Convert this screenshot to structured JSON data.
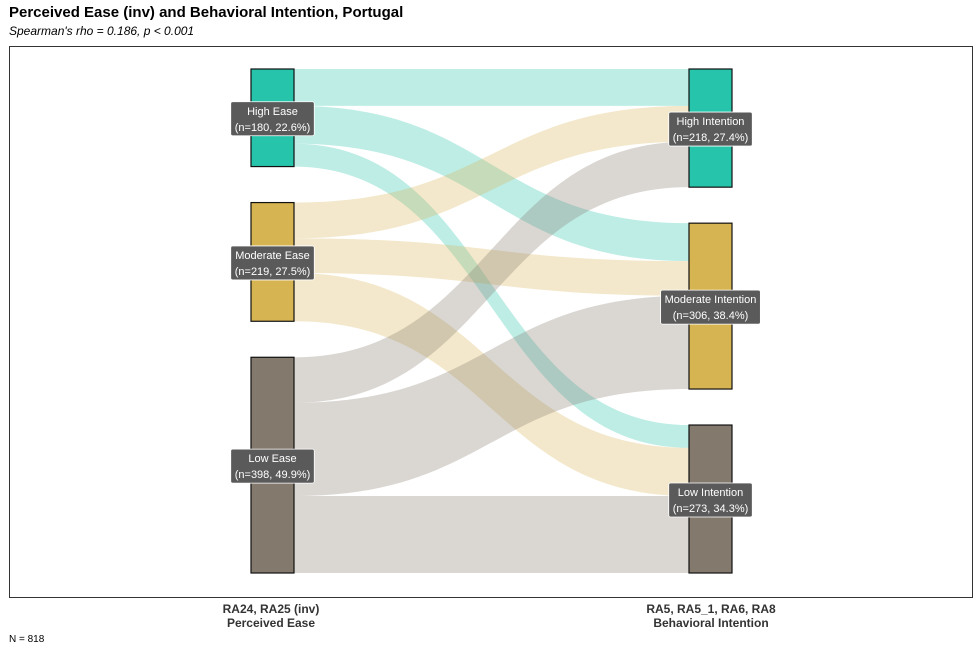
{
  "title": "Perceived Ease (inv) and Behavioral Intention, Portugal",
  "subtitle": "Spearman's rho = 0.186, p < 0.001",
  "footnote": "N = 818",
  "axes": {
    "left": {
      "line1": "RA24, RA25 (inv)",
      "line2": "Perceived Ease"
    },
    "right": {
      "line1": "RA5, RA5_1, RA6, RA8",
      "line2": "Behavioral Intention"
    }
  },
  "colors": {
    "high": "#26c4aa",
    "moderate": "#d7b452",
    "low": "#84796d"
  },
  "chart_data": {
    "type": "sankey",
    "left_nodes": [
      {
        "id": "high",
        "name": "High Ease",
        "detail": "(n=180, 22.6%)",
        "value": 180
      },
      {
        "id": "moderate",
        "name": "Moderate Ease",
        "detail": "(n=219, 27.5%)",
        "value": 219
      },
      {
        "id": "low",
        "name": "Low Ease",
        "detail": "(n=398, 49.9%)",
        "value": 398
      }
    ],
    "right_nodes": [
      {
        "id": "high",
        "name": "High Intention",
        "detail": "(n=218, 27.4%)",
        "value": 218
      },
      {
        "id": "moderate",
        "name": "Moderate Intention",
        "detail": "(n=306, 38.4%)",
        "value": 306
      },
      {
        "id": "low",
        "name": "Low Intention",
        "detail": "(n=273, 34.3%)",
        "value": 273
      }
    ],
    "flows": [
      {
        "from": "high",
        "to": "high",
        "value": 68
      },
      {
        "from": "high",
        "to": "moderate",
        "value": 70
      },
      {
        "from": "high",
        "to": "low",
        "value": 42
      },
      {
        "from": "moderate",
        "to": "high",
        "value": 66
      },
      {
        "from": "moderate",
        "to": "moderate",
        "value": 64
      },
      {
        "from": "moderate",
        "to": "low",
        "value": 89
      },
      {
        "from": "low",
        "to": "high",
        "value": 84
      },
      {
        "from": "low",
        "to": "moderate",
        "value": 172
      },
      {
        "from": "low",
        "to": "low",
        "value": 142
      }
    ]
  }
}
